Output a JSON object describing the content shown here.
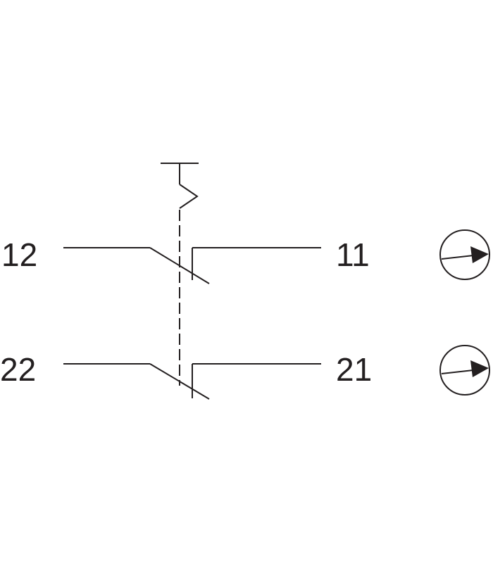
{
  "diagram": {
    "contacts": [
      {
        "left_terminal": "12",
        "right_terminal": "11",
        "symbol": "arrow-circle-icon"
      },
      {
        "left_terminal": "22",
        "right_terminal": "21",
        "symbol": "arrow-circle-icon"
      }
    ],
    "actuator": "push-button-icon",
    "line_color": "#231f20",
    "background_color": "#ffffff"
  }
}
